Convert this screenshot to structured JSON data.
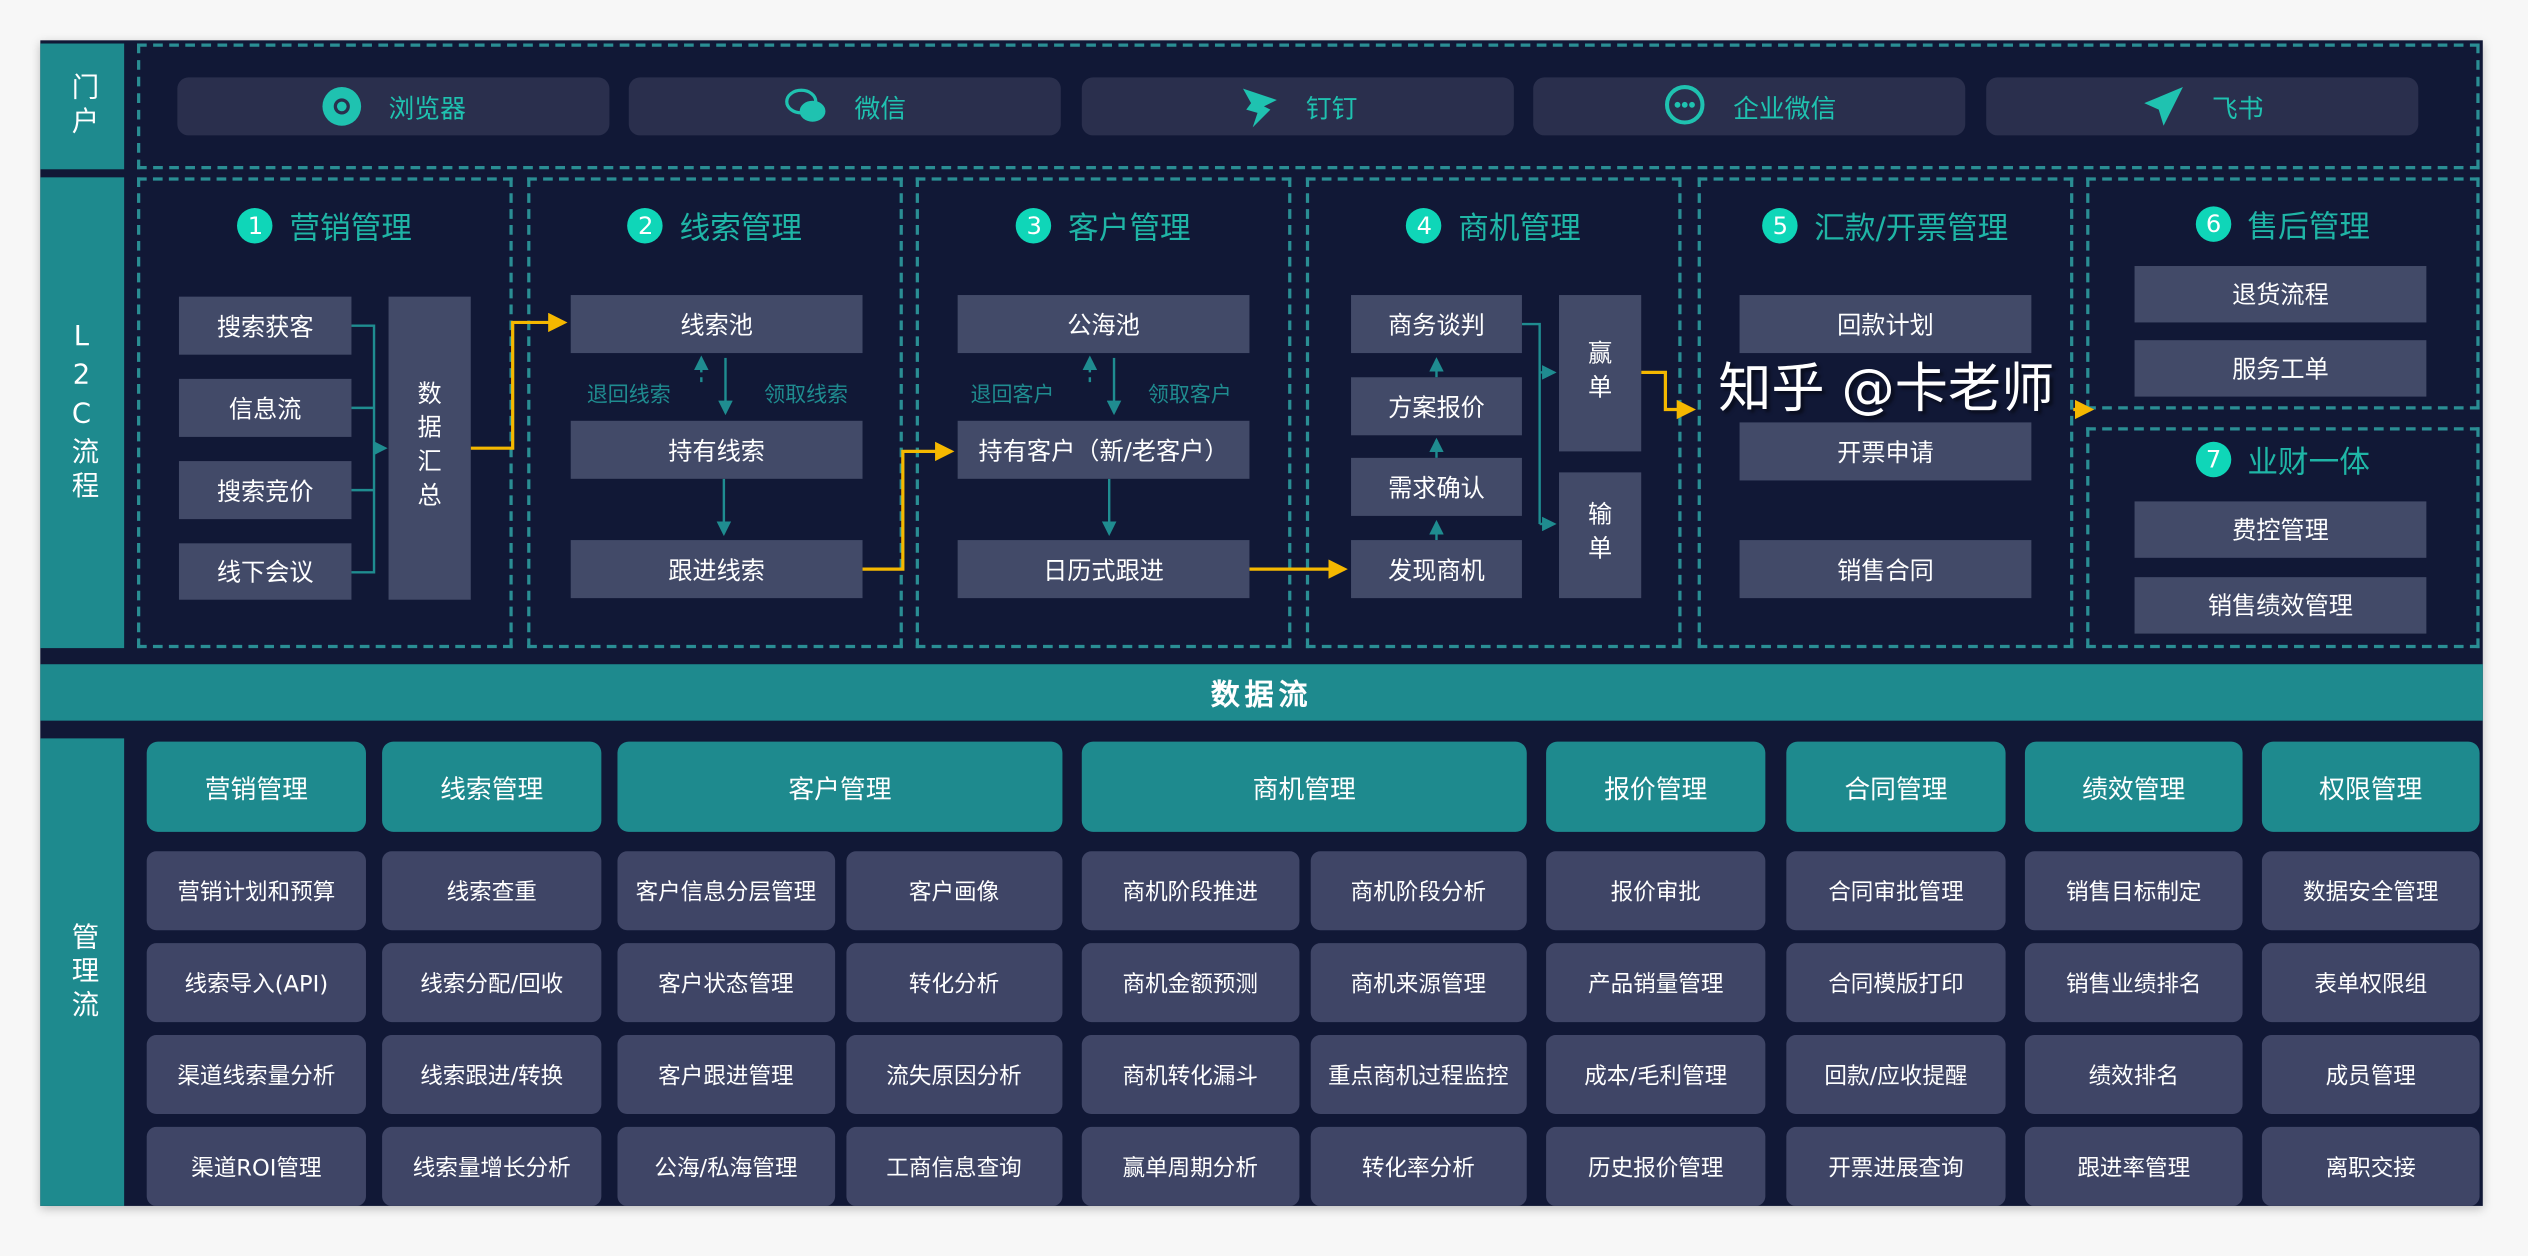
{
  "side": {
    "portal": "门户",
    "l2c": "L2C流程",
    "mgmt": "管理流"
  },
  "portal": [
    {
      "label": "浏览器",
      "icon": "chrome-icon"
    },
    {
      "label": "微信",
      "icon": "wechat-icon"
    },
    {
      "label": "钉钉",
      "icon": "dingtalk-icon"
    },
    {
      "label": "企业微信",
      "icon": "wecom-icon"
    },
    {
      "label": "飞书",
      "icon": "feishu-icon"
    }
  ],
  "l2c": {
    "c1": {
      "num": "1",
      "title": "营销管理",
      "items": [
        "搜索获客",
        "信息流",
        "搜索竞价",
        "线下会议"
      ],
      "agg": "数据汇总"
    },
    "c2": {
      "num": "2",
      "title": "线索管理",
      "items": [
        "线索池",
        "持有线索",
        "跟进线索"
      ],
      "back": "退回线索",
      "take": "领取线索"
    },
    "c3": {
      "num": "3",
      "title": "客户管理",
      "items": [
        "公海池",
        "持有客户（新/老客户）",
        "日历式跟进"
      ],
      "back": "退回客户",
      "take": "领取客户"
    },
    "c4": {
      "num": "4",
      "title": "商机管理",
      "items": [
        "商务谈判",
        "方案报价",
        "需求确认",
        "发现商机"
      ],
      "win": "赢单",
      "lose": "输单"
    },
    "c5": {
      "num": "5",
      "title": "汇款/开票管理",
      "items": [
        "回款计划",
        "开票申请",
        "销售合同"
      ]
    },
    "c6": {
      "num": "6",
      "title": "售后管理",
      "items": [
        "退货流程",
        "服务工单"
      ]
    },
    "c7": {
      "num": "7",
      "title": "业财一体",
      "items": [
        "费控管理",
        "销售绩效管理"
      ]
    }
  },
  "dataflow": "数据流",
  "mgmt": [
    {
      "title": "营销管理",
      "items": [
        "营销计划和预算",
        "线索导入(API)",
        "渠道线索量分析",
        "渠道ROI管理"
      ]
    },
    {
      "title": "线索管理",
      "items": [
        "线索查重",
        "线索分配/回收",
        "线索跟进/转换",
        "线索量增长分析"
      ]
    },
    {
      "title": "客户管理",
      "items": [
        "客户信息分层管理",
        "客户画像",
        "客户状态管理",
        "转化分析",
        "客户跟进管理",
        "流失原因分析",
        "公海/私海管理",
        "工商信息查询"
      ]
    },
    {
      "title": "商机管理",
      "items": [
        "商机阶段推进",
        "商机阶段分析",
        "商机金额预测",
        "商机来源管理",
        "商机转化漏斗",
        "重点商机过程监控",
        "赢单周期分析",
        "转化率分析"
      ]
    },
    {
      "title": "报价管理",
      "items": [
        "报价审批",
        "产品销量管理",
        "成本/毛利管理",
        "历史报价管理"
      ]
    },
    {
      "title": "合同管理",
      "items": [
        "合同审批管理",
        "合同模版打印",
        "回款/应收提醒",
        "开票进展查询"
      ]
    },
    {
      "title": "绩效管理",
      "items": [
        "销售目标制定",
        "销售业绩排名",
        "绩效排名",
        "跟进率管理"
      ]
    },
    {
      "title": "权限管理",
      "items": [
        "数据安全管理",
        "表单权限组",
        "成员管理",
        "离职交接"
      ]
    }
  ],
  "watermark": "知乎 @卡老师",
  "colors": {
    "bg": "#111836",
    "teal": "#1e8a8e",
    "accent": "#0fd6b8",
    "box": "#424a68",
    "arrow": "#f5b800"
  }
}
